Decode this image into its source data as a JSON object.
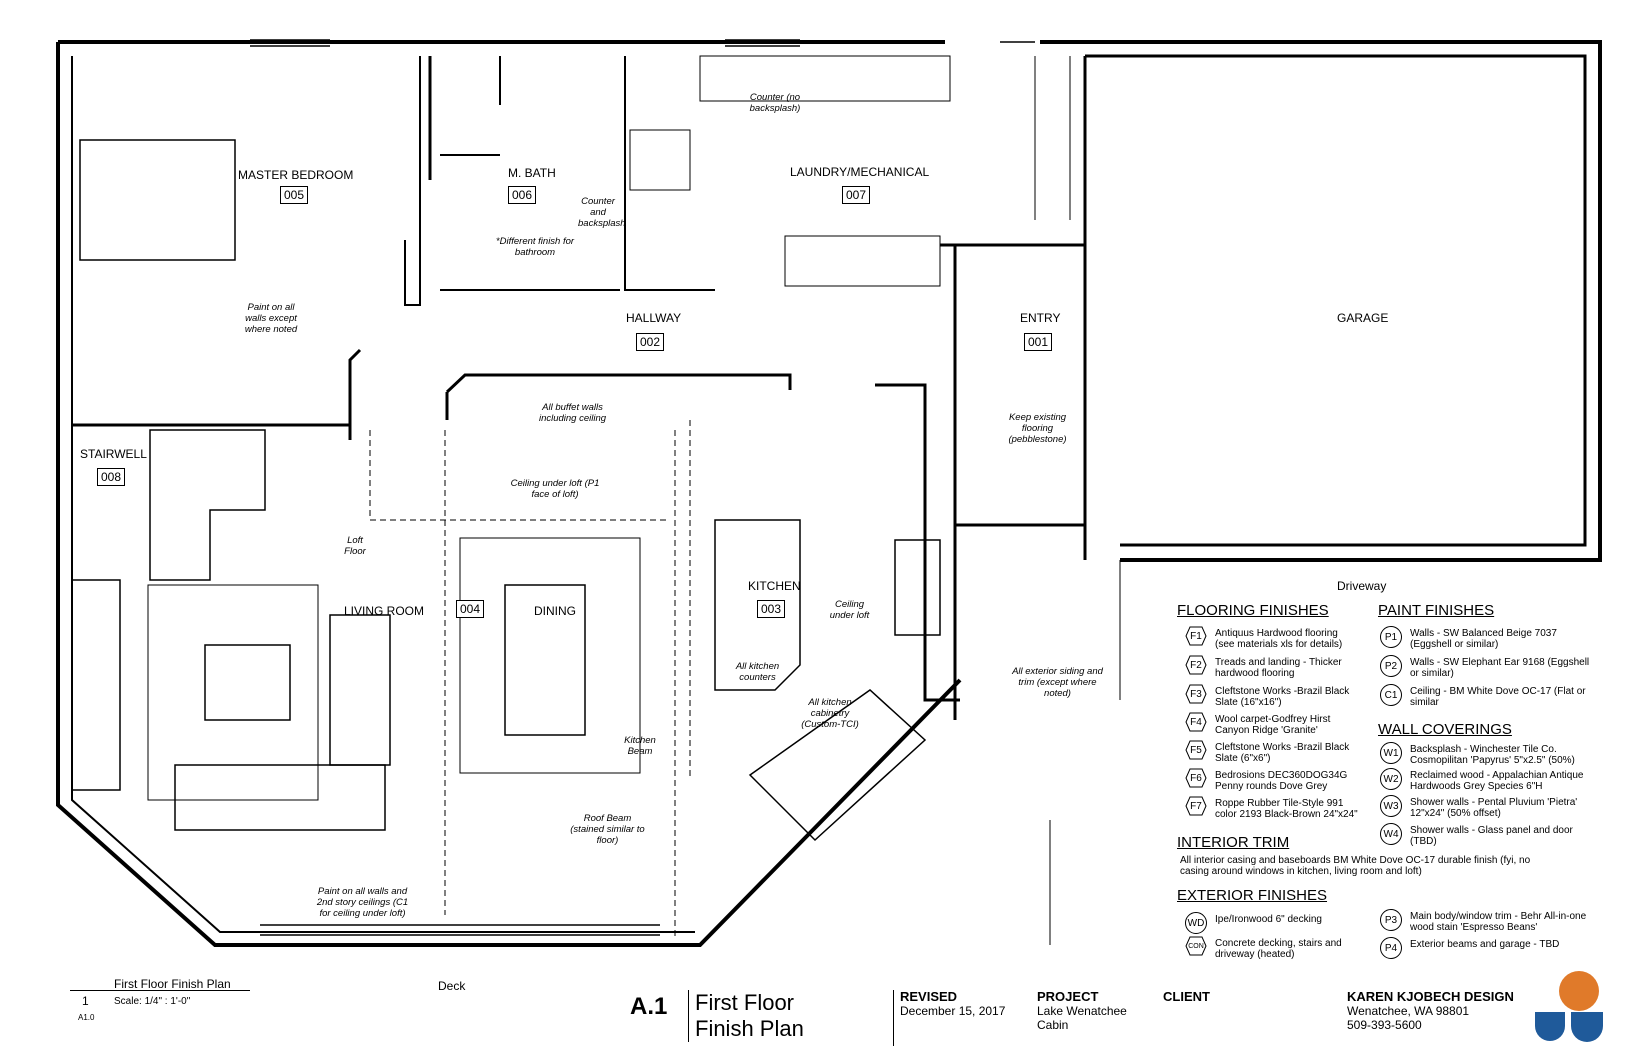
{
  "rooms": {
    "master_bedroom": {
      "name": "MASTER BEDROOM",
      "num": "005"
    },
    "m_bath": {
      "name": "M. BATH",
      "num": "006"
    },
    "laundry": {
      "name": "LAUNDRY/MECHANICAL",
      "num": "007"
    },
    "hallway": {
      "name": "HALLWAY",
      "num": "002"
    },
    "entry": {
      "name": "ENTRY",
      "num": "001"
    },
    "garage": {
      "name": "GARAGE"
    },
    "stairwell": {
      "name": "STAIRWELL",
      "num": "008"
    },
    "living": {
      "name": "LIVING ROOM",
      "num": "004"
    },
    "dining": {
      "name": "DINING"
    },
    "kitchen": {
      "name": "KITCHEN",
      "num": "003"
    },
    "driveway": "Driveway",
    "deck": "Deck"
  },
  "notes": {
    "ct4": "Counter (no backsplash)",
    "ct3": "Counter and backsplash",
    "bath_diff": "*Different finish for bathroom",
    "master_paint": "Paint on all walls except where noted",
    "buffet": "All buffet walls including ceiling",
    "ceiling_loft": "Ceiling under loft (P1 face of loft)",
    "loft_floor": "Loft Floor",
    "entry_floor": "Keep existing flooring (pebblestone)",
    "kitchen_ceiling": "Ceiling under loft",
    "kitchen_counters": "All kitchen counters",
    "kitchen_cab": "All kitchen cabinetry (Custom-TCI)",
    "kitchen_beam": "Kitchen Beam",
    "roof_beam": "Roof Beam (stained similar to floor)",
    "living_paint": "Paint on all walls and 2nd story ceilings (C1 for ceiling under loft)",
    "ext_siding": "All exterior siding and trim (except where noted)"
  },
  "legend": {
    "flooring_title": "FLOORING FINISHES",
    "flooring": [
      {
        "code": "F1",
        "text": "Antiquus Hardwood flooring (see materials xls for details)"
      },
      {
        "code": "F2",
        "text": "Treads and landing - Thicker hardwood flooring"
      },
      {
        "code": "F3",
        "text": "Cleftstone Works -Brazil Black Slate (16\"x16\")"
      },
      {
        "code": "F4",
        "text": "Wool carpet-Godfrey Hirst Canyon Ridge 'Granite'"
      },
      {
        "code": "F5",
        "text": "Cleftstone Works -Brazil Black Slate (6\"x6\")"
      },
      {
        "code": "F6",
        "text": "Bedrosions DEC360DOG34G Penny rounds Dove Grey"
      },
      {
        "code": "F7",
        "text": "Roppe Rubber Tile-Style 991 color 2193 Black-Brown 24\"x24\""
      }
    ],
    "paint_title": "PAINT FINISHES",
    "paint": [
      {
        "code": "P1",
        "text": "Walls - SW Balanced Beige 7037 (Eggshell or similar)"
      },
      {
        "code": "P2",
        "text": "Walls - SW Elephant Ear 9168 (Eggshell or similar)"
      },
      {
        "code": "C1",
        "text": "Ceiling - BM White Dove OC-17 (Flat or similar"
      }
    ],
    "wall_title": "WALL COVERINGS",
    "wall": [
      {
        "code": "W1",
        "text": "Backsplash - Winchester Tile Co. Cosmopilitan 'Papyrus' 5\"x2.5\" (50%)"
      },
      {
        "code": "W2",
        "text": "Reclaimed wood - Appalachian Antique Hardwoods Grey Species 6\"H"
      },
      {
        "code": "W3",
        "text": "Shower walls - Pental Pluvium 'Pietra' 12\"x24\" (50% offset)"
      },
      {
        "code": "W4",
        "text": "Shower walls - Glass panel and door (TBD)"
      }
    ],
    "trim_title": "INTERIOR TRIM",
    "trim_text": "All interior casing and baseboards BM White Dove OC-17 durable finish (fyi, no casing around windows in kitchen, living room and loft)",
    "exterior_title": "EXTERIOR FINISHES",
    "exterior": [
      {
        "code": "WD",
        "text": "Ipe/Ironwood 6\" decking"
      },
      {
        "code": "CON",
        "text": "Concrete decking, stairs and driveway (heated)"
      },
      {
        "code": "P3",
        "text": "Main body/window trim - Behr All-in-one wood stain 'Espresso Beans'"
      },
      {
        "code": "P4",
        "text": "Exterior beams and garage - TBD"
      }
    ]
  },
  "title_block": {
    "view_num": "1",
    "view_sheet": "A1.0",
    "view_title": "First Floor Finish Plan",
    "scale": "Scale: 1/4\" : 1'-0\"",
    "sheet": "A.1",
    "sheet_title_1": "First Floor",
    "sheet_title_2": "Finish Plan",
    "revised_label": "REVISED",
    "revised_date": "December 15, 2017",
    "project_label": "PROJECT",
    "project_1": "Lake Wenatchee",
    "project_2": "Cabin",
    "client_label": "CLIENT",
    "firm": "KAREN KJOBECH DESIGN",
    "city": "Wenatchee, WA  98801",
    "phone": "509-393-5600"
  },
  "colors": {
    "logo_orange": "#e07a2a",
    "logo_blue": "#1f5a9a"
  }
}
